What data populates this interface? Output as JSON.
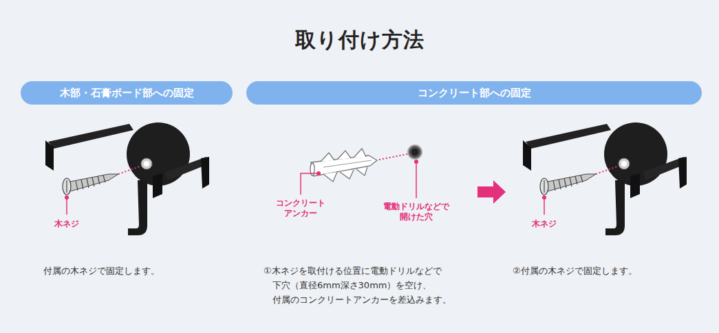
{
  "diagram": {
    "title": "取り付け方法",
    "nodes": [
      {
        "text": [
          "木部・石膏ボード部への固定"
        ]
      },
      {
        "text": [
          "コンクリート部への固定"
        ]
      }
    ],
    "labels": [
      "木ネジ",
      "コンクリート アンカー",
      "電動ドリルなどで 開けた穴",
      "木ネジ",
      "付属の木ネジで固定します。",
      "①木ネジを取付ける位置に電動ドリルなどで 下穴（直径6mm深さ30mm）を空け、 付属のコンクリートアンカーを差込みます。",
      "②付属の木ネジで固定します。"
    ]
  }
}
